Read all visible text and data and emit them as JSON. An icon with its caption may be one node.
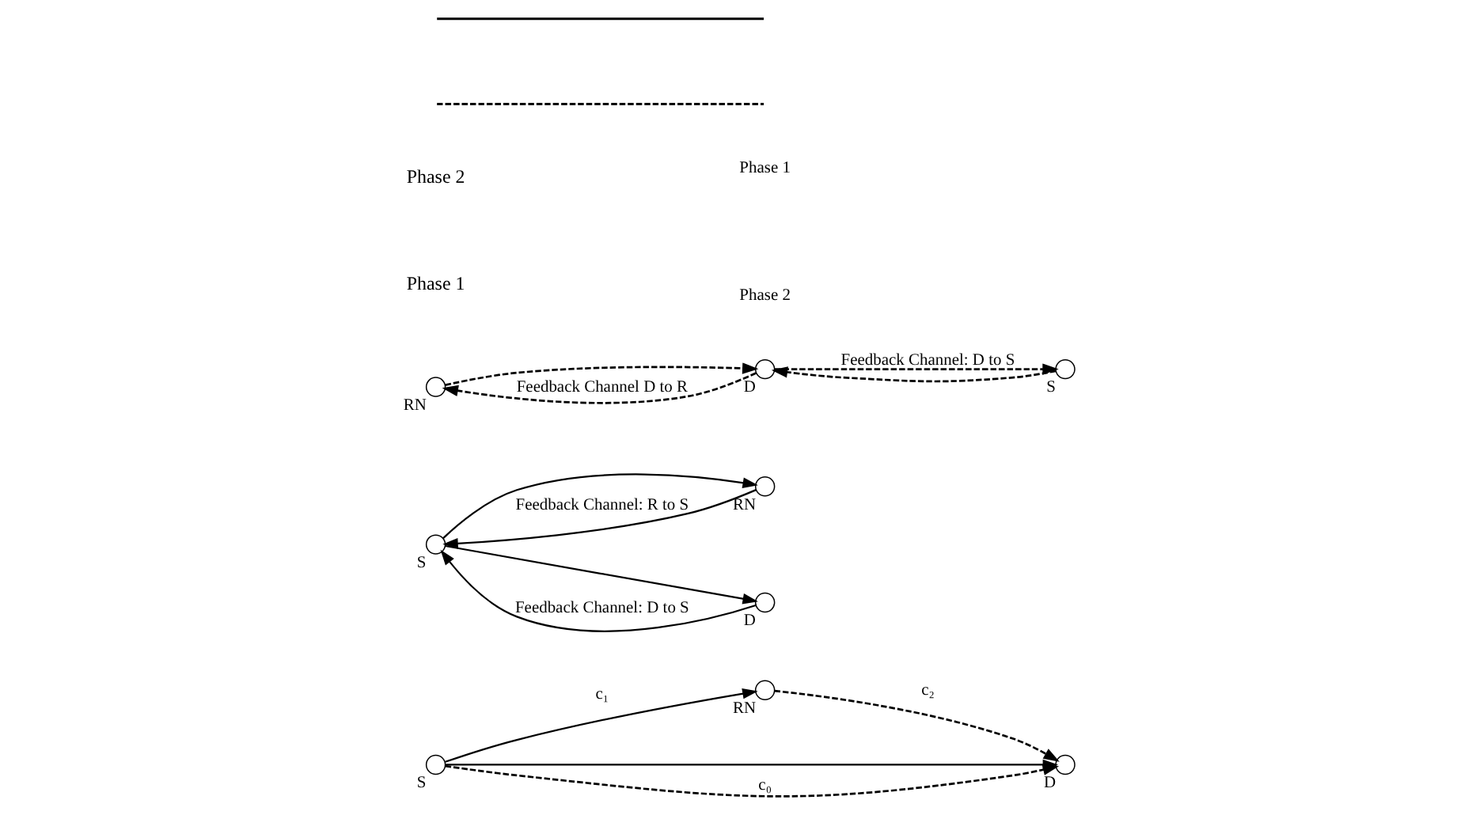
{
  "diagram": {
    "nodes": [
      {
        "text": [],
        "shape": "circle",
        "beside": [
          "S"
        ]
      },
      {
        "text": [],
        "shape": "circle",
        "beside": [
          "RN"
        ]
      },
      {
        "text": [],
        "shape": "circle",
        "beside": [
          "D"
        ]
      },
      {
        "text": [],
        "shape": "circle",
        "beside": [
          "S"
        ]
      },
      {
        "text": [],
        "shape": "circle",
        "beside": [
          "RN"
        ]
      },
      {
        "text": [],
        "shape": "circle",
        "beside": [
          "D"
        ]
      },
      {
        "text": [],
        "shape": "circle",
        "beside": [
          "RN"
        ]
      },
      {
        "text": [],
        "shape": "circle",
        "beside": [
          "S"
        ]
      },
      {
        "text": [],
        "shape": "circle",
        "beside": [
          "D"
        ]
      }
    ],
    "edges": [
      {
        "from": 0,
        "to": 1,
        "arrow": "to",
        "label": "c₁"
      },
      {
        "from": 0,
        "to": 2,
        "arrow": "to"
      },
      {
        "from": 0,
        "to": 2,
        "arrow": "to",
        "style": "dashed",
        "label": "c₀"
      },
      {
        "from": 1,
        "to": 2,
        "arrow": "to",
        "style": "dashed",
        "label": "c₂"
      },
      {
        "from": 4,
        "to": 3,
        "arrow": "to",
        "label": "Feedback Channel: R to S"
      },
      {
        "from": 3,
        "to": 4,
        "arrow": "to"
      },
      {
        "from": 3,
        "to": 5,
        "arrow": "to"
      },
      {
        "from": 5,
        "to": 3,
        "arrow": "to",
        "label": "Feedback Channel: D to S"
      },
      {
        "from": 8,
        "to": 6,
        "arrow": "to",
        "style": "dashed",
        "label": "Feedback Channel D to R"
      },
      {
        "from": 6,
        "to": 8,
        "arrow": "to",
        "style": "dashed"
      },
      {
        "from": 7,
        "to": 8,
        "arrow": "to",
        "style": "dashed"
      },
      {
        "from": 8,
        "to": 7,
        "arrow": "to",
        "style": "dashed",
        "label": "Feedback Channel: D to S"
      }
    ],
    "labels": [
      "Phase 1",
      "Phase 2"
    ],
    "legend": [
      {
        "text": "Phase 1"
      },
      {
        "text": "Phase 2"
      }
    ]
  }
}
